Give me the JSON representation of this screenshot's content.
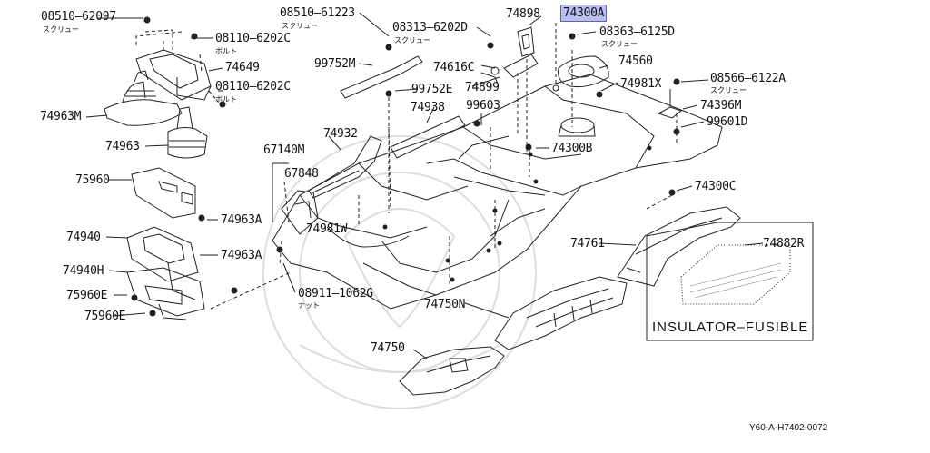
{
  "diagram": {
    "parts": {
      "p08510_62097": "08510–62097",
      "p08110_6202c_a": "08110–6202C",
      "p74649": "74649",
      "p08110_6202c_b": "08110–6202C",
      "p74963m": "74963M",
      "p74963": "74963",
      "p75960": "75960",
      "p74963a_1": "74963A",
      "p74940": "74940",
      "p74963a_2": "74963A",
      "p74940h": "74940H",
      "p75960e_1": "75960E",
      "p75960e_2": "75960E",
      "p08510_61223": "08510–61223",
      "p99752m": "99752M",
      "p08313_6202d": "08313–6202D",
      "p99752e": "99752E",
      "p74898": "74898",
      "p74300a": "74300A",
      "p08363_6125d": "08363–6125D",
      "p74616c": "74616C",
      "p74560": "74560",
      "p74899": "74899",
      "p74981x": "74981X",
      "p99603": "99603",
      "p08566_6122a": "08566–6122A",
      "p74396m": "74396M",
      "p99601d": "99601D",
      "p74938": "74938",
      "p74932": "74932",
      "p74300b": "74300B",
      "p67140m": "67140M",
      "p67848": "67848",
      "p74981w": "74981W",
      "p74300c": "74300C",
      "p74761": "74761",
      "p74882r": "74882R",
      "p08911_1062g": "08911–1062G",
      "p74750n": "74750N",
      "p74750": "74750"
    },
    "sublabels": {
      "screw_1": "スクリュー",
      "bolt_1": "ボルト",
      "bolt_2": "ボルト",
      "screw_2": "スクリュー",
      "screw_3": "スクリュー",
      "screw_4": "スクリュー",
      "screw_5": "スクリュー",
      "nut_1": "ナット"
    },
    "insulator_label": "INSULATOR–FUSIBLE",
    "diagram_code": "Y60-A-H7402-0072",
    "highlight_part": "74300A",
    "highlight_color": "#b9bff0"
  }
}
